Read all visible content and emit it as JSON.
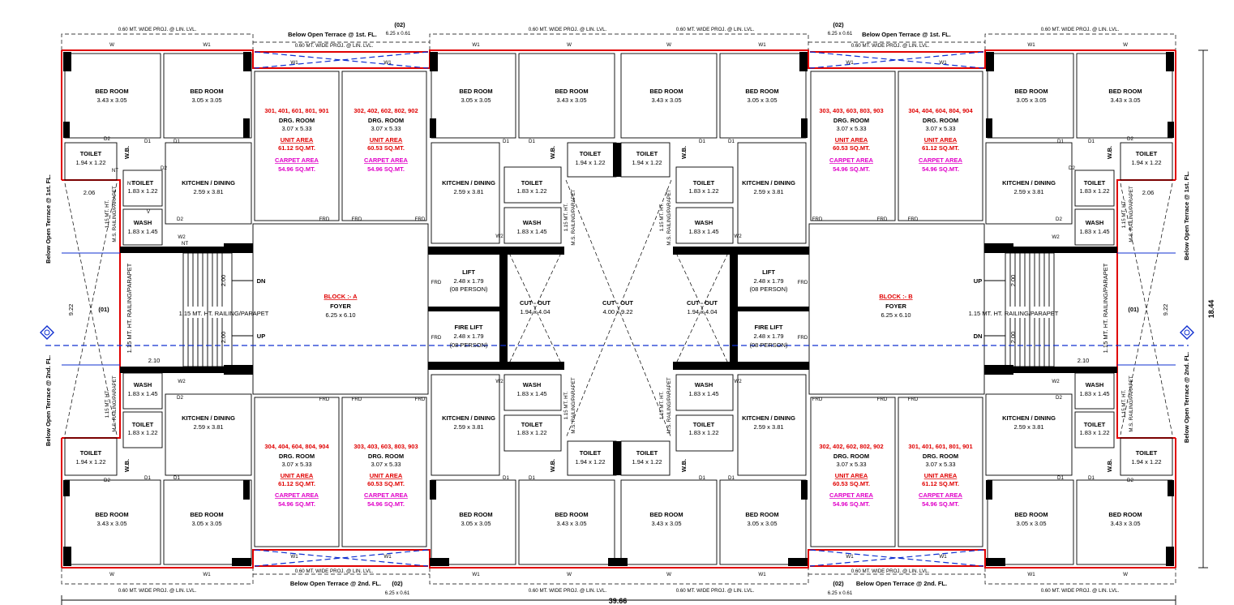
{
  "projection_label": "0.60 MT. WIDE PROJ. @ LIN. LVL.",
  "terrace_top": "Below Open Terrace @ 1st. FL.",
  "terrace_bottom": "Below Open Terrace @ 2nd. FL.",
  "terrace_side_1": "Below Open Terrace @ 1st. FL.",
  "terrace_side_2": "Below Open Terrace @ 2nd. FL.",
  "terrace_tag": "(02)",
  "terrace_tag_dim": "6.25 x 0.61",
  "side_tag": "(01)",
  "window_w": "W",
  "window_w1": "W1",
  "window_w2": "W2",
  "door_d1": "D1",
  "door_d2": "D2",
  "door_frd": "FRD",
  "door_v": "V",
  "nt": "NT",
  "wb": "W.B.",
  "railing": "1.15 MT. HT. RAILING/PARAPET",
  "ms_railing_a": "1.15 MT. HT.",
  "ms_railing_b": "M.S. RAILING/PARAPET",
  "rooms": {
    "bed_room": "BED ROOM",
    "bed_343": "3.43 x 3.05",
    "bed_305": "3.05 x 3.05",
    "toilet": "TOILET",
    "toilet_194": "1.94 x 1.22",
    "toilet_183": "1.83 x 1.22",
    "wash": "WASH",
    "wash_dim": "1.83 x 1.45",
    "kitchen": "KITCHEN / DINING",
    "kitchen_dim": "2.59 x 3.81",
    "drg": "DRG. ROOM",
    "drg_dim": "3.07 x 5.33",
    "unit_area": "UNIT AREA",
    "carpet_area": "CARPET AREA",
    "carpet_val": "54.96 SQ.MT.",
    "area_6112": "61.12 SQ.MT.",
    "area_6053": "60.53 SQ.MT."
  },
  "unit_numbers": {
    "u301": "301, 401, 601, 801, 901",
    "u302": "302, 402, 602, 802, 902",
    "u303": "303, 403, 603, 803, 903",
    "u304": "304, 404, 604, 804, 904"
  },
  "core": {
    "lift": "LIFT",
    "fire_lift": "FIRE LIFT",
    "lift_dim": "2.48 x 1.79",
    "persons": "(08 PERSON)",
    "cutout": "CUT - OUT",
    "cutout_side_dim": "1.94 x 4.04",
    "cutout_mid_dim": "4.00 x 9.22",
    "foyer": "FOYER",
    "foyer_dim": "6.25 x 6.10",
    "block_a": "BLOCK :- A",
    "block_b": "BLOCK :- B",
    "up": "UP",
    "dn": "DN"
  },
  "dims": {
    "d206": "2.06",
    "d210": "2.10",
    "d200": "2.00",
    "d922": "9.22",
    "total_width": "39.66",
    "total_depth": "18.44"
  },
  "colors": {
    "unit_number": "#e00000",
    "carpet": "#e000c8",
    "axis": "#1030d0"
  }
}
